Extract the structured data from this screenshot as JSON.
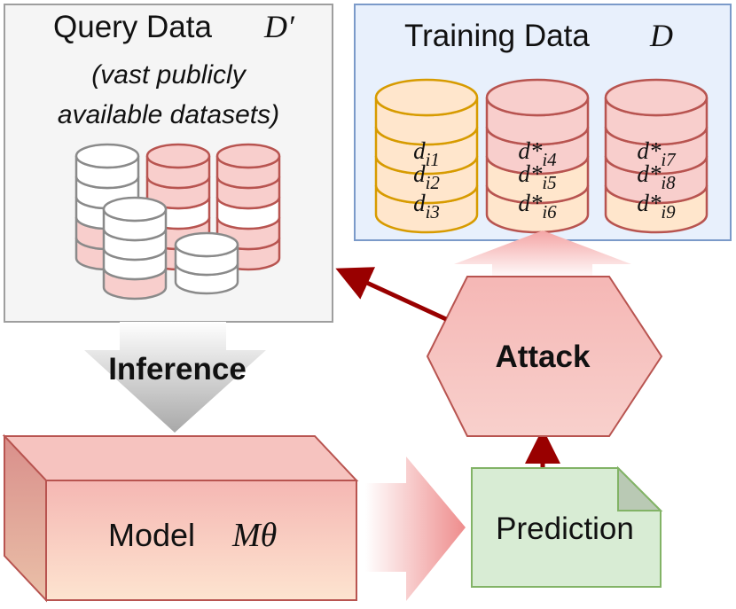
{
  "query_box": {
    "title": "Query Data",
    "symbol": "D′",
    "subtitle_line1": "(vast publicly",
    "subtitle_line2": "available datasets)"
  },
  "training_box": {
    "title": "Training Data",
    "symbol": "D",
    "stacks": [
      {
        "labels": [
          {
            "base": "d",
            "sub": "i1"
          },
          {
            "base": "d",
            "sub": "i2"
          },
          {
            "base": "d",
            "sub": "i3"
          }
        ]
      },
      {
        "labels": [
          {
            "base": "d*",
            "sub": "i4"
          },
          {
            "base": "d*",
            "sub": "i5"
          },
          {
            "base": "d*",
            "sub": "i6"
          }
        ]
      },
      {
        "labels": [
          {
            "base": "d*",
            "sub": "i7"
          },
          {
            "base": "d*",
            "sub": "i8"
          },
          {
            "base": "d*",
            "sub": "i9"
          }
        ]
      }
    ]
  },
  "inference_label": "Inference",
  "model": {
    "label": "Model",
    "symbol": "Mθ"
  },
  "prediction_label": "Prediction",
  "attack_label": "Attack",
  "colors": {
    "red_fill": "#f8cecc",
    "red_stroke": "#b85450",
    "orange_fill": "#ffe6cc",
    "orange_stroke": "#d79b00",
    "gray_fill": "#f5f5f5",
    "gray_stroke": "#666666",
    "blue_fill": "#dae8fc",
    "blue_stroke": "#6c8ebf",
    "green_fill": "#d5e8d4",
    "green_stroke": "#82b366",
    "arrow_dark_red": "#990000"
  }
}
